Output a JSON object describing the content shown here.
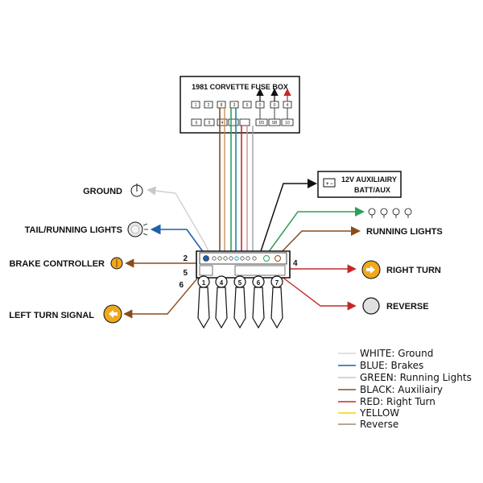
{
  "fuse_box": {
    "title": "1981 CORVETTE FUSE BOX",
    "top_slots": [
      "1",
      "2",
      "8",
      "3",
      "6",
      "0",
      "0",
      "4"
    ],
    "bottom_slots": [
      "6",
      "5",
      "4",
      "",
      "",
      "D5",
      "SB",
      "10"
    ]
  },
  "aux_box": {
    "line1": "12V AUXILIAIRY",
    "line2": "BATT/AUX"
  },
  "labels": {
    "ground": "GROUND",
    "tail_running": "TAIL/RUNNING LIGHTS",
    "brake_controller": "BRAKE CONTROLLER",
    "left_turn": "LEFT TURN SIGNAL",
    "running_lights": "RUNNING LIGHTS",
    "right_turn": "RIGHT TURN",
    "reverse": "REVERSE"
  },
  "connector": {
    "side_numbers": [
      "2",
      "5",
      "6",
      "4"
    ],
    "pin_numbers": [
      "1",
      "4",
      "5",
      "6",
      "7"
    ]
  },
  "legend": [
    {
      "text": "WHITE: Ground",
      "color": "#d8d8d8"
    },
    {
      "text": "BLUE: Brakes",
      "color": "#1f5fa8"
    },
    {
      "text": "GREEN: Running Lights",
      "color": "#c8c8c8"
    },
    {
      "text": "BLACK: Auxiliairy",
      "color": "#8a4b1a"
    },
    {
      "text": "RED: Right Turn",
      "color": "#c62828"
    },
    {
      "text": "YELLOW",
      "color": "#f2d600"
    },
    {
      "text": "Reverse",
      "color": "#9a8f6a"
    }
  ],
  "colors": {
    "white": "#d0d0d0",
    "blue": "#1f5fa8",
    "green": "#2e9e5b",
    "brown": "#8a4b1a",
    "red": "#c62828",
    "pink": "#d98a8a",
    "amber": "#f0a81c"
  }
}
